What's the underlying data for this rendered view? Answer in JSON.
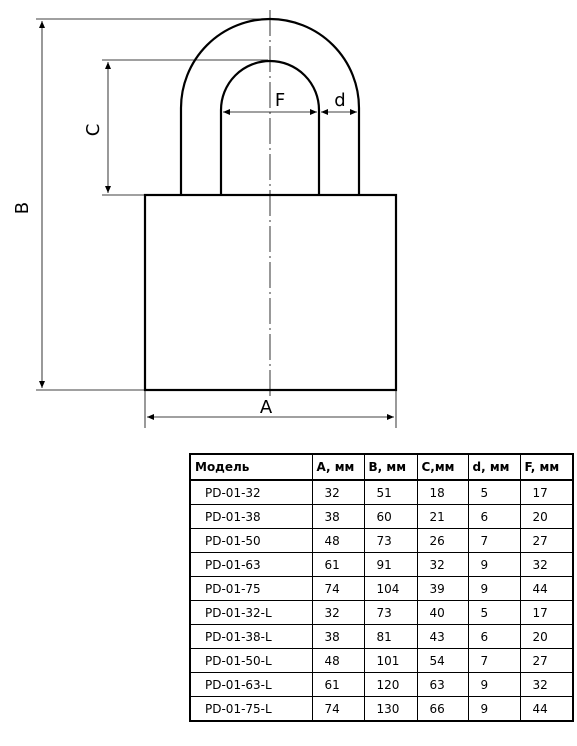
{
  "diagram": {
    "labels": {
      "a": "A",
      "b": "B",
      "c": "C",
      "d": "d",
      "f": "F"
    }
  },
  "table": {
    "headers": [
      "Модель",
      "A, мм",
      "B, мм",
      "C,мм",
      "d, мм",
      "F, мм"
    ],
    "rows": [
      [
        "PD-01-32",
        "32",
        "51",
        "18",
        "5",
        "17"
      ],
      [
        "PD-01-38",
        "38",
        "60",
        "21",
        "6",
        "20"
      ],
      [
        "PD-01-50",
        "48",
        "73",
        "26",
        "7",
        "27"
      ],
      [
        "PD-01-63",
        "61",
        "91",
        "32",
        "9",
        "32"
      ],
      [
        "PD-01-75",
        "74",
        "104",
        "39",
        "9",
        "44"
      ],
      [
        "PD-01-32-L",
        "32",
        "73",
        "40",
        "5",
        "17"
      ],
      [
        "PD-01-38-L",
        "38",
        "81",
        "43",
        "6",
        "20"
      ],
      [
        "PD-01-50-L",
        "48",
        "101",
        "54",
        "7",
        "27"
      ],
      [
        "PD-01-63-L",
        "61",
        "120",
        "63",
        "9",
        "32"
      ],
      [
        "PD-01-75-L",
        "74",
        "130",
        "66",
        "9",
        "44"
      ]
    ]
  }
}
